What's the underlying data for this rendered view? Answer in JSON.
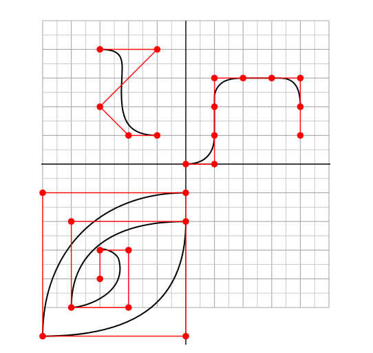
{
  "colors": {
    "background": "#ffffff",
    "grid_minor": "#c4c4c4",
    "grid_major": "#a9a9a9",
    "axis": "#000000",
    "curve": "#000000",
    "control_polygon": "#ff0000",
    "control_point": "#ff0000"
  },
  "grid": {
    "x_range": [
      -5,
      5
    ],
    "y_range": [
      -5,
      5
    ],
    "minor_step": 0.5,
    "major_step": 1
  },
  "figures": [
    {
      "name": "upper-left-s-curve",
      "control_points": [
        [
          -3,
          4
        ],
        [
          -1,
          4
        ],
        [
          -3,
          2
        ],
        [
          -2,
          1
        ],
        [
          -1,
          1
        ]
      ],
      "curves": [
        [
          [
            -3,
            4
          ],
          [
            -2,
            4
          ],
          [
            -2.25,
            3.5
          ],
          [
            -2.25,
            2.5
          ]
        ],
        [
          [
            -2.25,
            2.5
          ],
          [
            -2.25,
            1.5
          ],
          [
            -2,
            1
          ],
          [
            -1,
            1
          ]
        ]
      ],
      "polylines": [
        [
          [
            -3,
            4
          ],
          [
            -1,
            4
          ],
          [
            -3,
            2
          ],
          [
            -2,
            1
          ],
          [
            -1,
            1
          ]
        ]
      ]
    },
    {
      "name": "upper-right-step-curve",
      "control_points": [
        [
          0,
          0
        ],
        [
          1,
          0
        ],
        [
          1,
          1
        ],
        [
          1,
          2
        ],
        [
          1,
          3
        ],
        [
          2,
          3
        ],
        [
          3,
          3
        ],
        [
          4,
          3
        ],
        [
          4,
          2
        ],
        [
          4,
          1
        ]
      ],
      "curves": [
        [
          [
            0,
            0
          ],
          [
            0.6,
            0
          ],
          [
            1,
            0.3
          ],
          [
            1,
            1
          ]
        ],
        [
          [
            1,
            1
          ],
          [
            1,
            1.6
          ],
          [
            1,
            2.2
          ],
          [
            1,
            2.4
          ]
        ],
        [
          [
            1,
            2.4
          ],
          [
            1.1,
            2.9
          ],
          [
            1.5,
            3
          ],
          [
            2,
            3
          ]
        ],
        [
          [
            2,
            3
          ],
          [
            2.5,
            3
          ],
          [
            3,
            3
          ],
          [
            3.3,
            3
          ]
        ],
        [
          [
            3.3,
            3
          ],
          [
            3.9,
            3
          ],
          [
            4,
            2.5
          ],
          [
            4,
            2
          ]
        ]
      ],
      "polylines": [
        [
          [
            0,
            0
          ],
          [
            1,
            0
          ],
          [
            1,
            1
          ],
          [
            1,
            2
          ],
          [
            1,
            3
          ],
          [
            2,
            3
          ],
          [
            3,
            3
          ],
          [
            4,
            3
          ],
          [
            4,
            2
          ],
          [
            4,
            1
          ]
        ]
      ]
    },
    {
      "name": "lower-left-nested-arcs",
      "control_points": [
        [
          -5,
          -1
        ],
        [
          0,
          -1
        ],
        [
          -4,
          -2
        ],
        [
          0,
          -2
        ],
        [
          -3,
          -3
        ],
        [
          -2,
          -3
        ],
        [
          -3,
          -4
        ],
        [
          -4,
          -5
        ],
        [
          -2,
          -5
        ],
        [
          -5,
          -6
        ],
        [
          0,
          -6
        ]
      ],
      "curves": [
        [
          [
            -5,
            -6
          ],
          [
            -5,
            -3
          ],
          [
            -3,
            -1
          ],
          [
            0,
            -1
          ]
        ],
        [
          [
            -5,
            -6
          ],
          [
            -2,
            -6
          ],
          [
            0,
            -5
          ],
          [
            0,
            -2
          ]
        ],
        [
          [
            -4,
            -5
          ],
          [
            -4,
            -3
          ],
          [
            -2.5,
            -2
          ],
          [
            0,
            -2
          ]
        ],
        [
          [
            -4,
            -5
          ],
          [
            -3.5,
            -5
          ],
          [
            -2,
            -4.5
          ],
          [
            -2.35,
            -3.3
          ]
        ],
        [
          [
            -2.35,
            -3.3
          ],
          [
            -2.5,
            -3
          ],
          [
            -3,
            -2.9
          ],
          [
            -3,
            -3
          ]
        ]
      ],
      "polylines": [
        [
          [
            -5,
            -6
          ],
          [
            -5,
            -1
          ],
          [
            0,
            -1
          ],
          [
            0,
            -6
          ],
          [
            -5,
            -6
          ]
        ],
        [
          [
            -4,
            -5
          ],
          [
            -4,
            -2
          ],
          [
            0,
            -2
          ]
        ],
        [
          [
            -4,
            -5
          ],
          [
            -2,
            -5
          ]
        ],
        [
          [
            -3,
            -4
          ],
          [
            -3,
            -3
          ],
          [
            -2,
            -3
          ],
          [
            -2,
            -5
          ]
        ]
      ]
    }
  ]
}
